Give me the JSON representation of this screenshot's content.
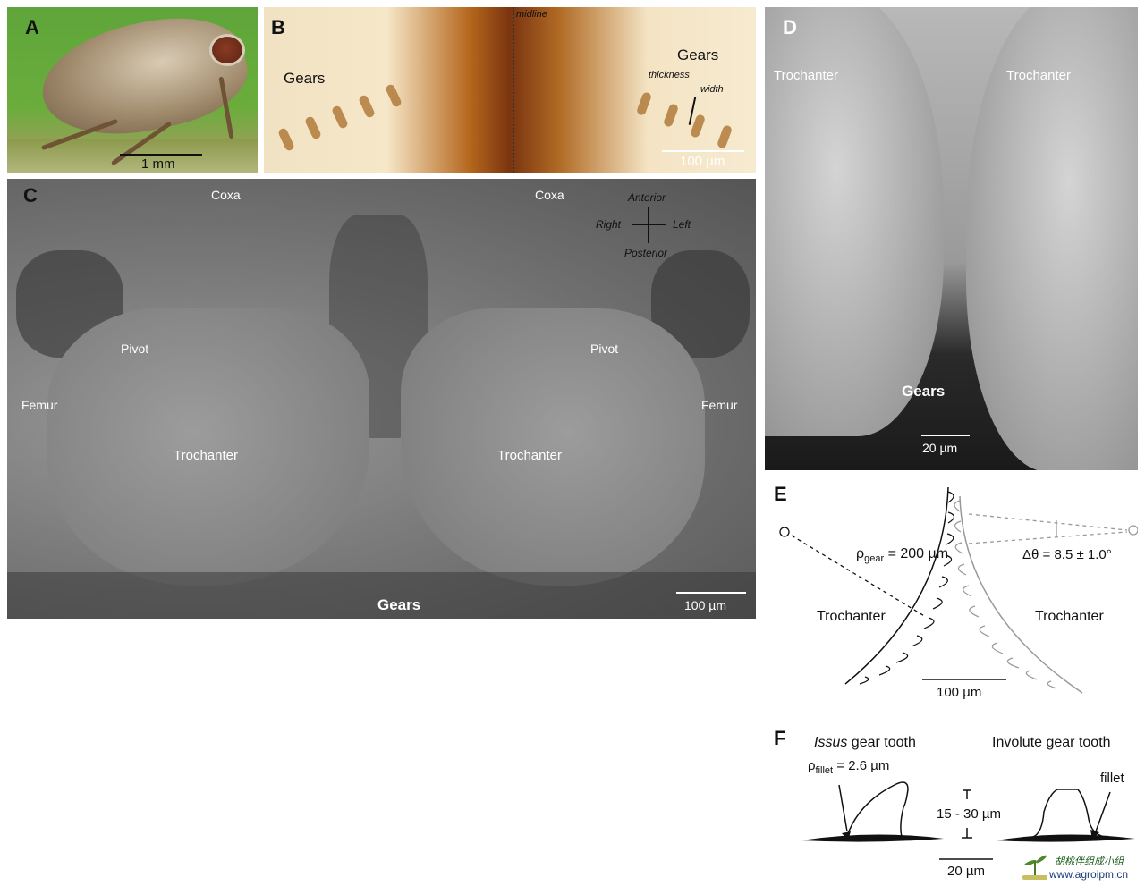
{
  "figure": {
    "panels": {
      "A": {
        "label": "A",
        "scale_bar": "1 mm",
        "colors": {
          "background": "#6aad3c",
          "subject": "#a08a6c"
        }
      },
      "B": {
        "label": "B",
        "annotations": {
          "midline": "midline",
          "gears_left": "Gears",
          "gears_right": "Gears",
          "thickness": "thickness",
          "width": "width"
        },
        "scale_bar": "100 µm"
      },
      "C": {
        "label": "C",
        "annotations": {
          "coxa_left": "Coxa",
          "coxa_right": "Coxa",
          "pivot_left": "Pivot",
          "pivot_right": "Pivot",
          "femur_left": "Femur",
          "femur_right": "Femur",
          "trochanter_left": "Trochanter",
          "trochanter_right": "Trochanter",
          "gears": "Gears"
        },
        "compass": {
          "anterior": "Anterior",
          "posterior": "Posterior",
          "right": "Right",
          "left": "Left"
        },
        "scale_bar": "100 µm"
      },
      "D": {
        "label": "D",
        "annotations": {
          "trochanter_left": "Trochanter",
          "trochanter_right": "Trochanter",
          "gears": "Gears"
        },
        "scale_bar": "20 µm"
      },
      "E": {
        "label": "E",
        "rho_symbol": "ρ",
        "rho_sub": "gear",
        "rho_value": " = 200 µm",
        "delta_theta": "Δθ = 8.5 ± 1.0°",
        "trochanter_left": "Trochanter",
        "trochanter_right": "Trochanter",
        "scale_bar": "100 µm",
        "colors": {
          "left_gear": "#111111",
          "right_gear": "#999999"
        }
      },
      "F": {
        "label": "F",
        "issus_title_italic": "Issus",
        "issus_title_rest": " gear tooth",
        "involute_title": "Involute gear tooth",
        "rho_symbol": "ρ",
        "rho_sub": "fillet",
        "rho_value": " = 2.6 µm",
        "height_range": "15 - 30 µm",
        "fillet": "fillet",
        "scale_bar": "20 µm"
      }
    },
    "watermark": {
      "chinese": "胡桃伴组成小组",
      "url": "www.agroipm.cn"
    }
  }
}
